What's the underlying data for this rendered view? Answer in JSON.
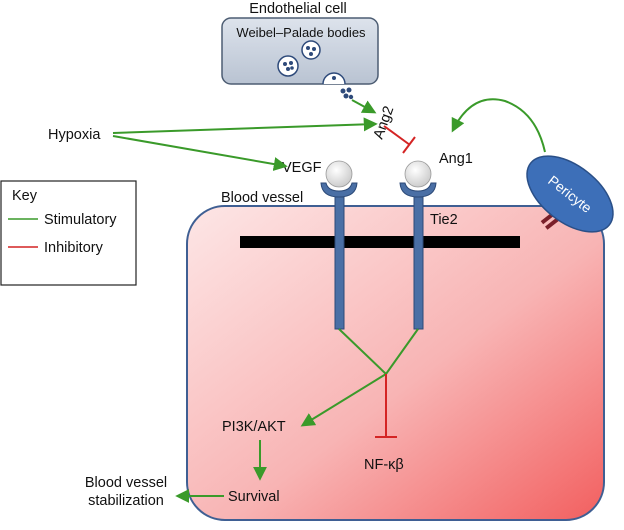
{
  "colors": {
    "stimulatory": "#3a9a2a",
    "inhibitory": "#d42424",
    "receptor": "#4a6fa5",
    "pericyte": "#3d6fb8",
    "endothelial_fill": "#c7d0dd",
    "vessel_fill_light": "#fbdcdc",
    "vessel_fill_dark": "#f25f5f",
    "membrane": "#000000"
  },
  "labels": {
    "endothelial_cell": "Endothelial cell",
    "weibel_palade": "Weibel–Palade bodies",
    "hypoxia": "Hypoxia",
    "ang2": "Ang2",
    "ang1": "Ang1",
    "vegf": "VEGF",
    "pericyte": "Pericyte",
    "blood_vessel": "Blood vessel",
    "tie2": "Tie2",
    "pi3k_akt": "PI3K/AKT",
    "nfkb": "NF-κβ",
    "survival": "Survival",
    "stabilization_line1": "Blood vessel",
    "stabilization_line2": "stabilization"
  },
  "key": {
    "title": "Key",
    "items": [
      {
        "label": "Stimulatory",
        "color": "#3a9a2a"
      },
      {
        "label": "Inhibitory",
        "color": "#d42424"
      }
    ]
  }
}
